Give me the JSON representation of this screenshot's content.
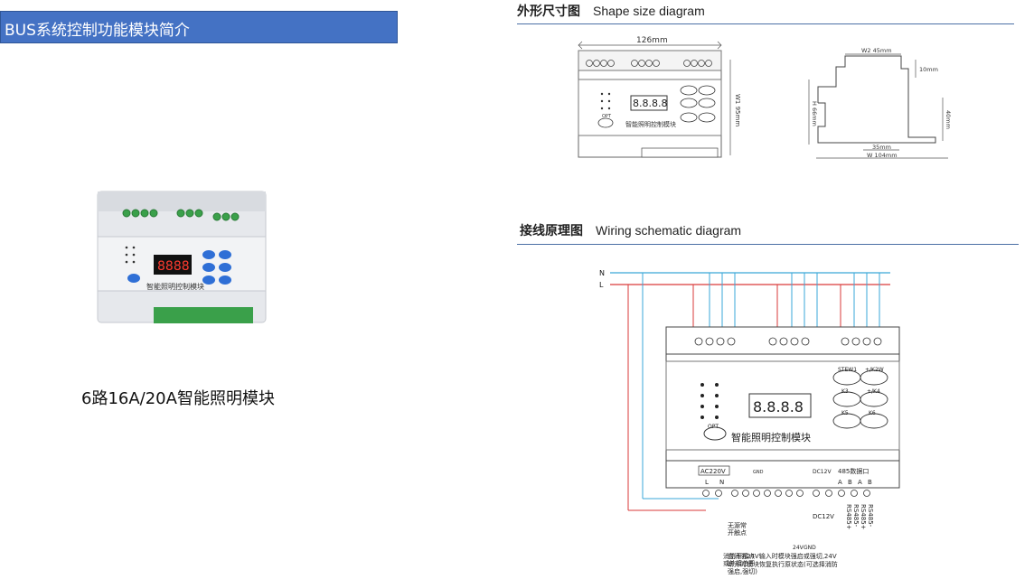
{
  "intro": {
    "title": "BUS系统控制功能模块简介",
    "product_caption": "6路16A/20A智能照明模块"
  },
  "shape_section": {
    "title_cn": "外形尺寸图",
    "title_en": "Shape size diagram",
    "front": {
      "width_label": "126mm",
      "height_label": "W1 95mm",
      "module_name": "智能照明控制模块",
      "display": "8.8.8.8",
      "opt_label": "OPT"
    },
    "side": {
      "top_label": "W2 45mm",
      "step_label": "10mm",
      "height_label": "H 66mm",
      "right_label": "40mm",
      "rail_label": "35mm",
      "bottom_label": "W 104mm"
    }
  },
  "wiring_section": {
    "title_cn": "接线原理图",
    "title_en": "Wiring schematic diagram",
    "n_label": "N",
    "l_label": "L",
    "module_name": "智能照明控制模块",
    "display": "8.8.8.8",
    "opt_label": "OPT",
    "buttons": [
      "STEW1",
      "+/K2W",
      "K3",
      "+/K4",
      "K5",
      "K6"
    ],
    "terminal_ac": "AC220V",
    "terminal_l": "L",
    "terminal_n": "N",
    "terminal_gnd": "GND",
    "terminal_dc": "DC12V",
    "terminal_485": "485数据口",
    "terminal_a1": "A",
    "terminal_b1": "B",
    "terminal_a2": "A",
    "terminal_b2": "B",
    "dc12v_note": "DC12V",
    "rs485_labels": [
      "RS485+",
      "RS485-",
      "RS485+",
      "RS485-"
    ],
    "fire_note": "消防干接点\n或外接总开",
    "dry_contact_note": "无源常\n开触点",
    "v24_label": "24V",
    "gnd_label": "GND",
    "bottom_note": "当消防24V输入时模块强启或强切,24V\n断开时模块恢复执行原状态(可选择消防\n强启,强切)"
  }
}
